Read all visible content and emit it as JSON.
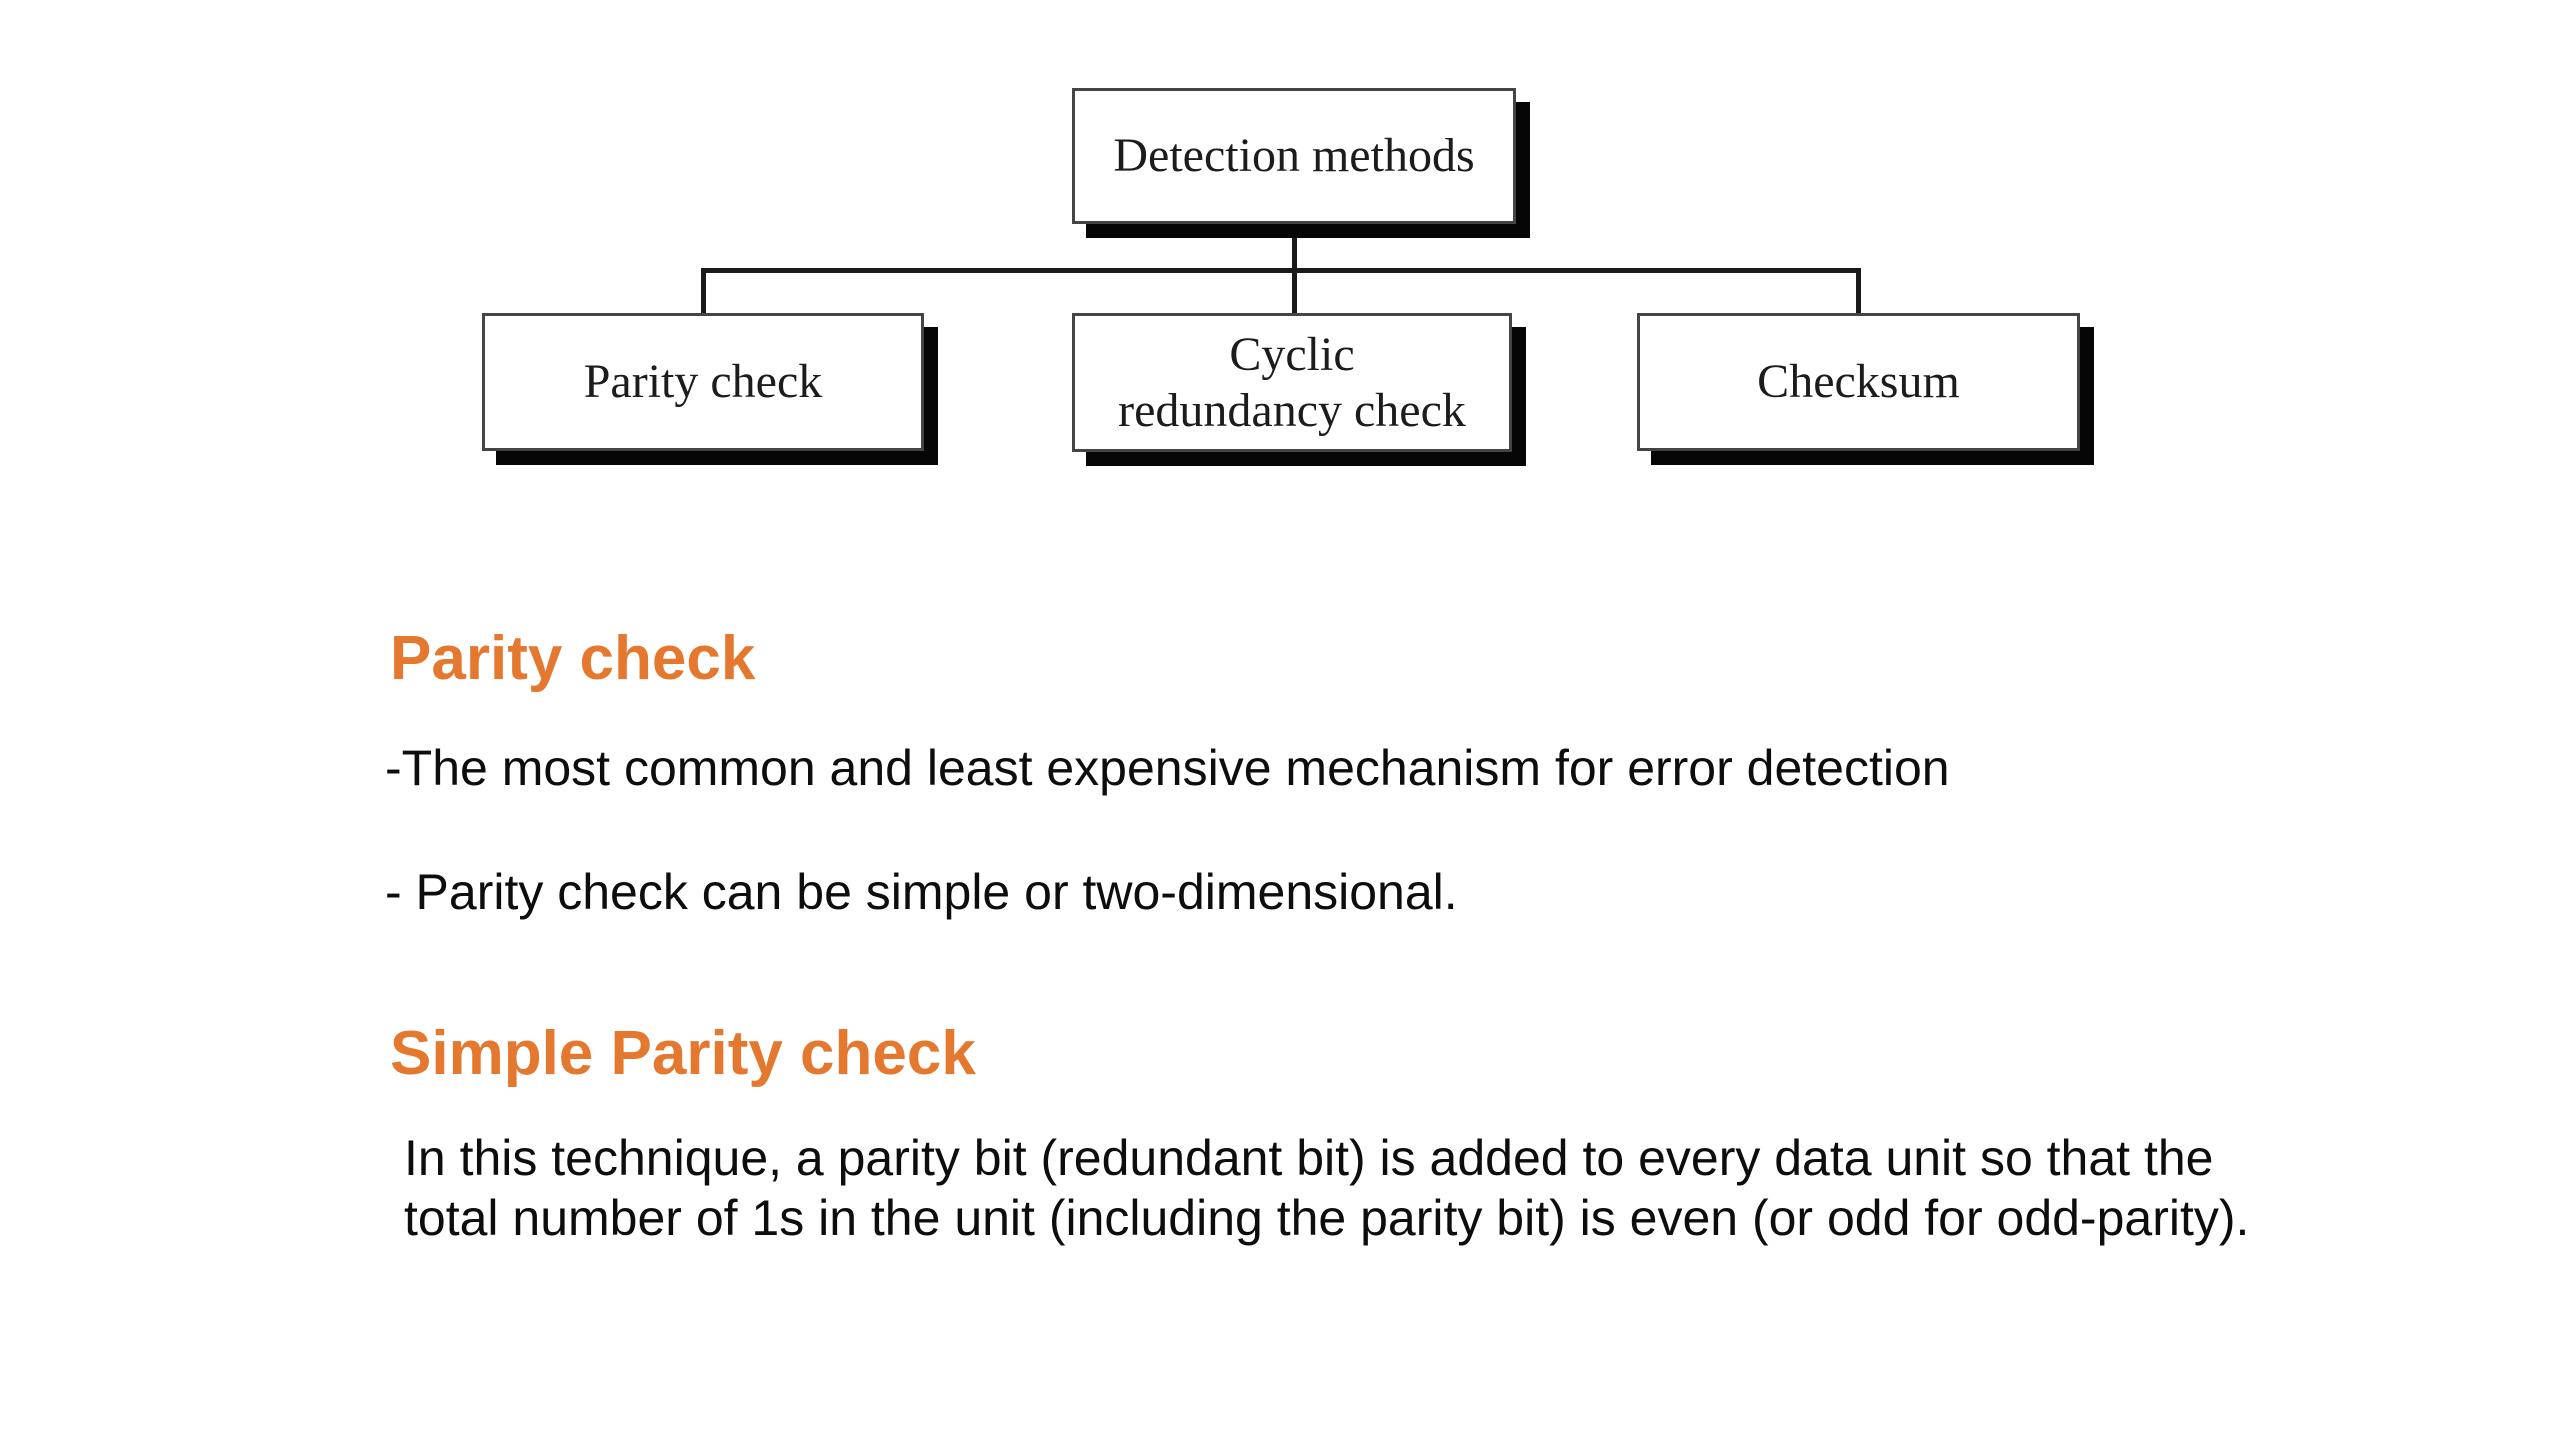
{
  "colors": {
    "accent_orange": "#e5782f",
    "body_text": "#0d0d0d",
    "box_border": "#454545",
    "box_shadow": "#060606",
    "background": "#ffffff"
  },
  "diagram": {
    "root_label": "Detection methods",
    "children": [
      {
        "label": "Parity check"
      },
      {
        "label": "Cyclic redundancy check",
        "line1": "Cyclic",
        "line2": "redundancy check"
      },
      {
        "label": "Checksum"
      }
    ]
  },
  "sections": [
    {
      "heading": "Parity check",
      "bullets": [
        "-The most common and least expensive mechanism for error detection",
        "- Parity check can be simple or two-dimensional."
      ]
    },
    {
      "heading": "Simple Parity check",
      "paragraph": "In this technique, a parity bit (redundant bit) is added to every data unit so that the total number of 1s in the unit (including the parity bit) is even (or odd for odd-parity)."
    }
  ]
}
